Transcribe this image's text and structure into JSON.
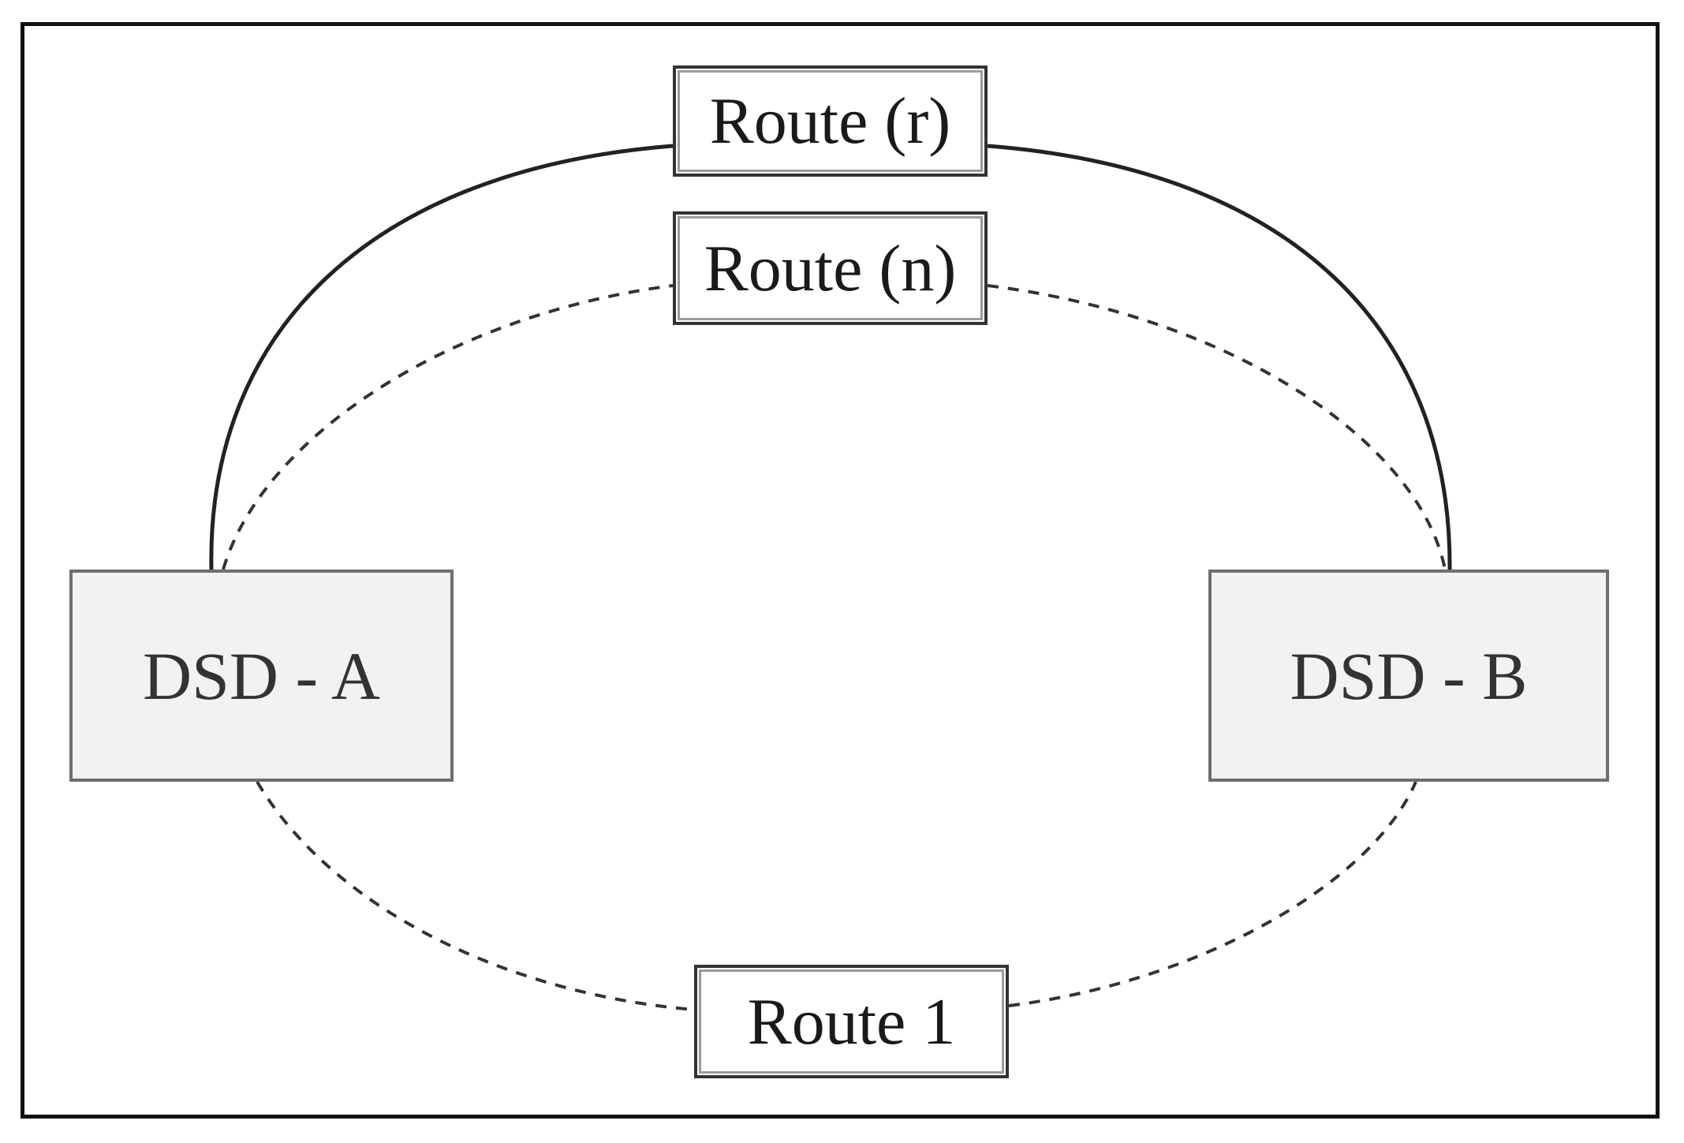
{
  "nodes": {
    "route_r": "Route (r)",
    "route_n": "Route (n)",
    "route_1": "Route 1",
    "dsd_a": "DSD - A",
    "dsd_b": "DSD - B"
  },
  "edges": [
    {
      "from": "DSD - A",
      "to": "Route (r)",
      "style": "solid"
    },
    {
      "from": "Route (r)",
      "to": "DSD - B",
      "style": "solid"
    },
    {
      "from": "DSD - A",
      "to": "Route (n)",
      "style": "dashed"
    },
    {
      "from": "Route (n)",
      "to": "DSD - B",
      "style": "dashed"
    },
    {
      "from": "DSD - A",
      "to": "Route 1",
      "style": "dashed"
    },
    {
      "from": "Route 1",
      "to": "DSD - B",
      "style": "dashed"
    }
  ],
  "colors": {
    "border": "#111111",
    "line": "#222222",
    "dsd_fill": "#f2f2f2"
  }
}
